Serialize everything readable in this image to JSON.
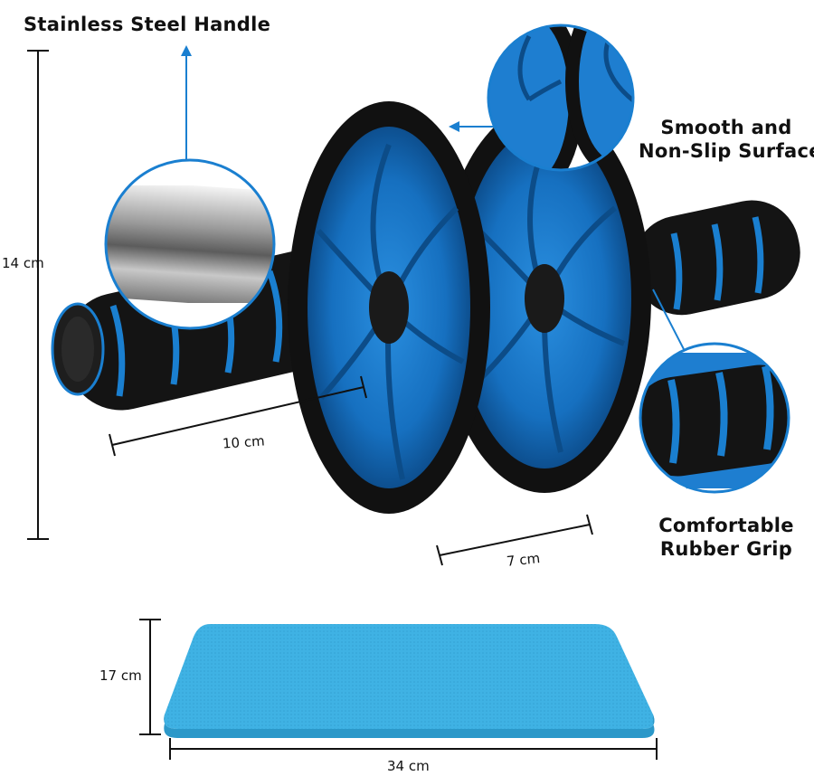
{
  "features": {
    "handle": "Stainless Steel Handle",
    "surface_line1": "Smooth and",
    "surface_line2": "Non-Slip Surface",
    "grip_line1": "Comfortable",
    "grip_line2": "Rubber Grip"
  },
  "dimensions": {
    "height": "14 cm",
    "handle_length": "10 cm",
    "wheel_width": "7 cm",
    "mat_width": "17 cm",
    "mat_length": "34 cm"
  },
  "colors": {
    "accent_blue": "#1a7fd0",
    "foam": "#111111",
    "mat": "#3fb2e4"
  }
}
